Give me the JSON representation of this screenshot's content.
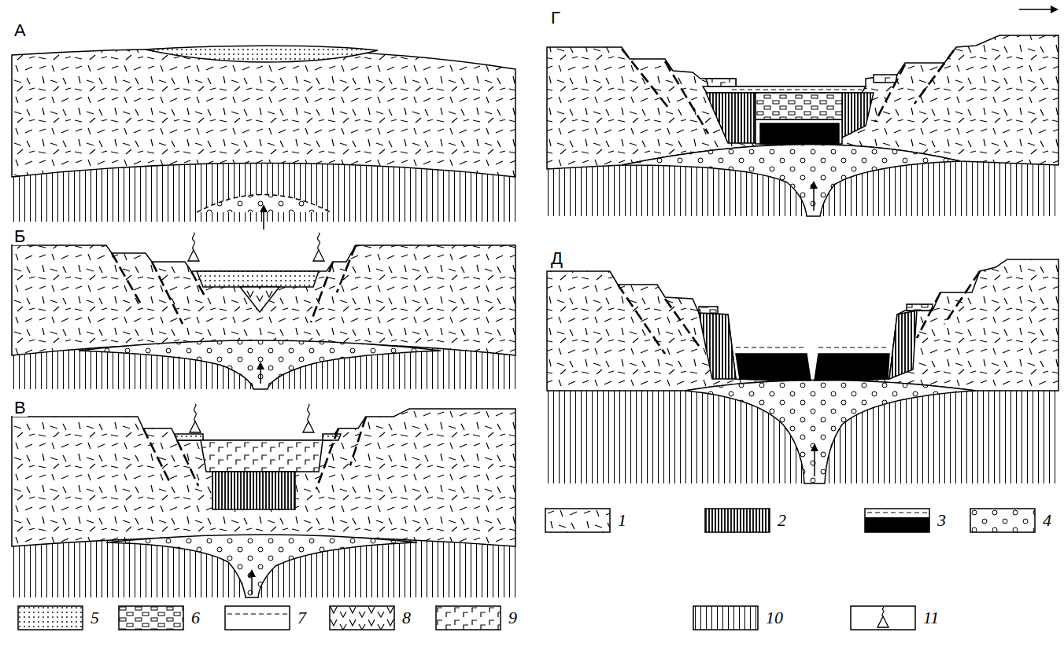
{
  "diagram": {
    "labels": [
      "А",
      "Б",
      "В",
      "Г",
      "Д"
    ],
    "legend": [
      {
        "text": "1"
      },
      {
        "text": "2"
      },
      {
        "text": "3"
      },
      {
        "text": "4"
      },
      {
        "text": "5"
      },
      {
        "text": "6"
      },
      {
        "text": "7"
      },
      {
        "text": "8"
      },
      {
        "text": "9"
      },
      {
        "text": "10"
      },
      {
        "text": "11"
      }
    ]
  }
}
